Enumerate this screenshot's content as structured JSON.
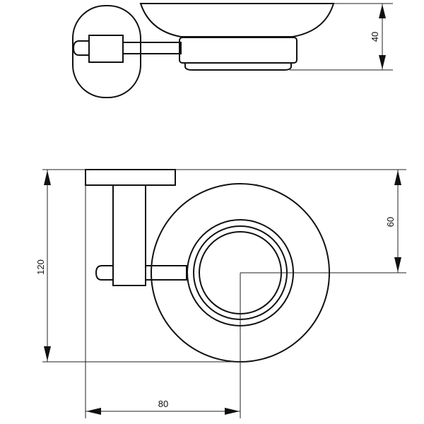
{
  "dimensions": {
    "depth": "40",
    "height": "120",
    "center_offset_vertical": "60",
    "center_offset_horizontal": "80"
  },
  "colors": {
    "line": "#111111",
    "background": "#ffffff"
  }
}
